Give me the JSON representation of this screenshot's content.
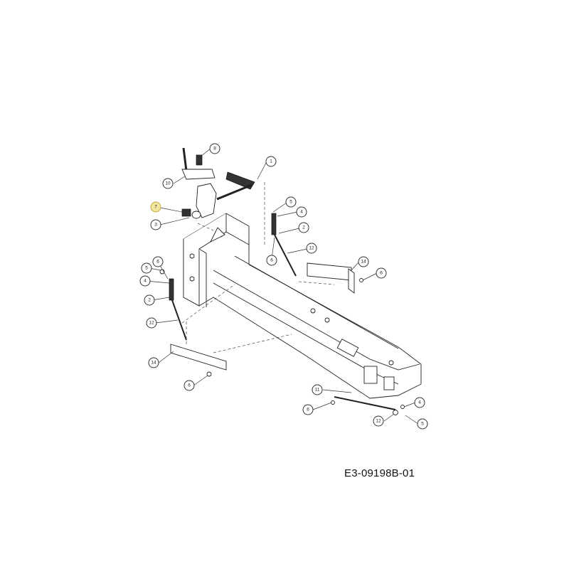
{
  "drawing_code": "E3-09198B-01",
  "highlight_color": "#f3e7a0",
  "callouts": [
    {
      "label": "8",
      "highlight": false
    },
    {
      "label": "1",
      "highlight": false
    },
    {
      "label": "10",
      "highlight": false
    },
    {
      "label": "7",
      "highlight": true
    },
    {
      "label": "3",
      "highlight": false
    },
    {
      "label": "5",
      "highlight": false
    },
    {
      "label": "4",
      "highlight": false
    },
    {
      "label": "2",
      "highlight": false
    },
    {
      "label": "12",
      "highlight": false
    },
    {
      "label": "6",
      "highlight": false
    },
    {
      "label": "14",
      "highlight": false
    },
    {
      "label": "6",
      "highlight": false
    },
    {
      "label": "6",
      "highlight": false
    },
    {
      "label": "5",
      "highlight": false
    },
    {
      "label": "4",
      "highlight": false
    },
    {
      "label": "2",
      "highlight": false
    },
    {
      "label": "12",
      "highlight": false
    },
    {
      "label": "14",
      "highlight": false
    },
    {
      "label": "6",
      "highlight": false
    },
    {
      "label": "11",
      "highlight": false
    },
    {
      "label": "6",
      "highlight": false
    },
    {
      "label": "4",
      "highlight": false
    },
    {
      "label": "12",
      "highlight": false
    },
    {
      "label": "5",
      "highlight": false
    }
  ]
}
